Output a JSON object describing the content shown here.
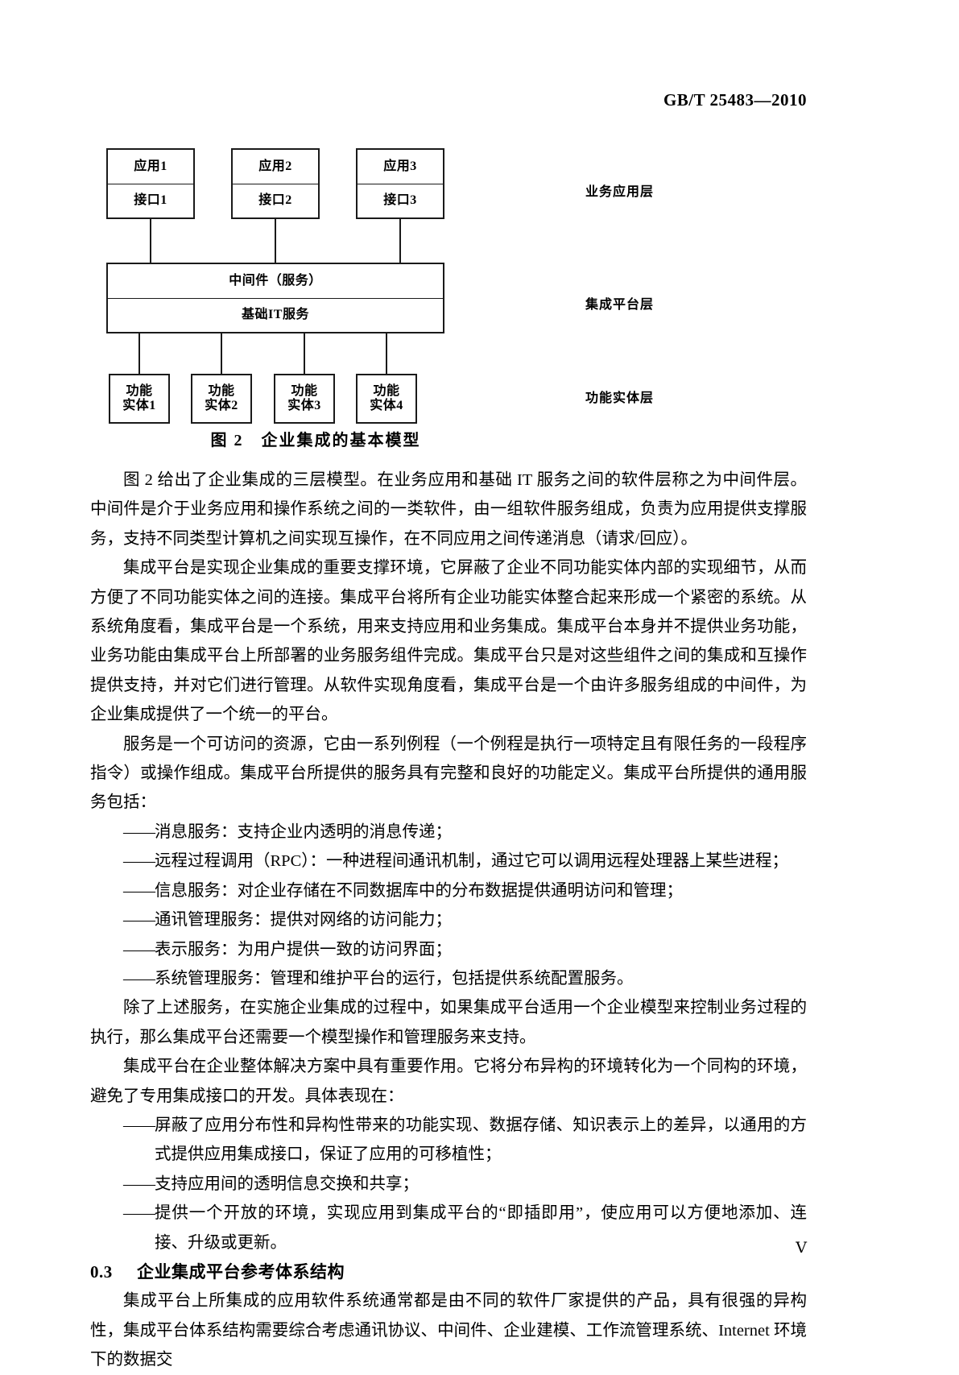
{
  "header": {
    "standard_number": "GB/T 25483—2010"
  },
  "figure": {
    "caption": "图 2　企业集成的基本模型",
    "applications": [
      {
        "app": "应用1",
        "interface": "接口1"
      },
      {
        "app": "应用2",
        "interface": "接口2"
      },
      {
        "app": "应用3",
        "interface": "接口3"
      }
    ],
    "platform": {
      "middleware": "中间件（服务）",
      "base_it": "基础IT服务"
    },
    "entities": [
      "功能\n实体1",
      "功能\n实体2",
      "功能\n实体3",
      "功能\n实体4"
    ],
    "layer_labels": {
      "business": "业务应用层",
      "platform": "集成平台层",
      "entity": "功能实体层"
    }
  },
  "body": {
    "p1": "图 2 给出了企业集成的三层模型。在业务应用和基础 IT 服务之间的软件层称之为中间件层。中间件是介于业务应用和操作系统之间的一类软件，由一组软件服务组成，负责为应用提供支撑服务，支持不同类型计算机之间实现互操作，在不同应用之间传递消息（请求/回应）。",
    "p2": "集成平台是实现企业集成的重要支撑环境，它屏蔽了企业不同功能实体内部的实现细节，从而方便了不同功能实体之间的连接。集成平台将所有企业功能实体整合起来形成一个紧密的系统。从系统角度看，集成平台是一个系统，用来支持应用和业务集成。集成平台本身并不提供业务功能，业务功能由集成平台上所部署的业务服务组件完成。集成平台只是对这些组件之间的集成和互操作提供支持，并对它们进行管理。从软件实现角度看，集成平台是一个由许多服务组成的中间件，为企业集成提供了一个统一的平台。",
    "p3": "服务是一个可访问的资源，它由一系列例程（一个例程是执行一项特定且有限任务的一段程序指令）或操作组成。集成平台所提供的服务具有完整和良好的功能定义。集成平台所提供的通用服务包括：",
    "service_list": [
      "消息服务：支持企业内透明的消息传递；",
      "远程过程调用（RPC）：一种进程间通讯机制，通过它可以调用远程处理器上某些进程；",
      "信息服务：对企业存储在不同数据库中的分布数据提供通明访问和管理；",
      "通讯管理服务：提供对网络的访问能力；",
      "表示服务：为用户提供一致的访问界面；",
      "系统管理服务：管理和维护平台的运行，包括提供系统配置服务。"
    ],
    "p4": "除了上述服务，在实施企业集成的过程中，如果集成平台适用一个企业模型来控制业务过程的执行，那么集成平台还需要一个模型操作和管理服务来支持。",
    "p5": "集成平台在企业整体解决方案中具有重要作用。它将分布异构的环境转化为一个同构的环境，避免了专用集成接口的开发。具体表现在：",
    "benefit_list": [
      "屏蔽了应用分布性和异构性带来的功能实现、数据存储、知识表示上的差异，以通用的方式提供应用集成接口，保证了应用的可移植性；",
      "支持应用间的透明信息交换和共享；",
      "提供一个开放的环境，实现应用到集成平台的“即插即用”，使应用可以方便地添加、连接、升级或更新。"
    ],
    "dash_mark": "——",
    "section": {
      "number": "0.3",
      "title": "企业集成平台参考体系结构"
    },
    "p6": "集成平台上所集成的应用软件系统通常都是由不同的软件厂家提供的产品，具有很强的异构性，集成平台体系结构需要综合考虑通讯协议、中间件、企业建模、工作流管理系统、Internet 环境下的数据交"
  },
  "footer": {
    "page_number": "Ⅴ"
  }
}
